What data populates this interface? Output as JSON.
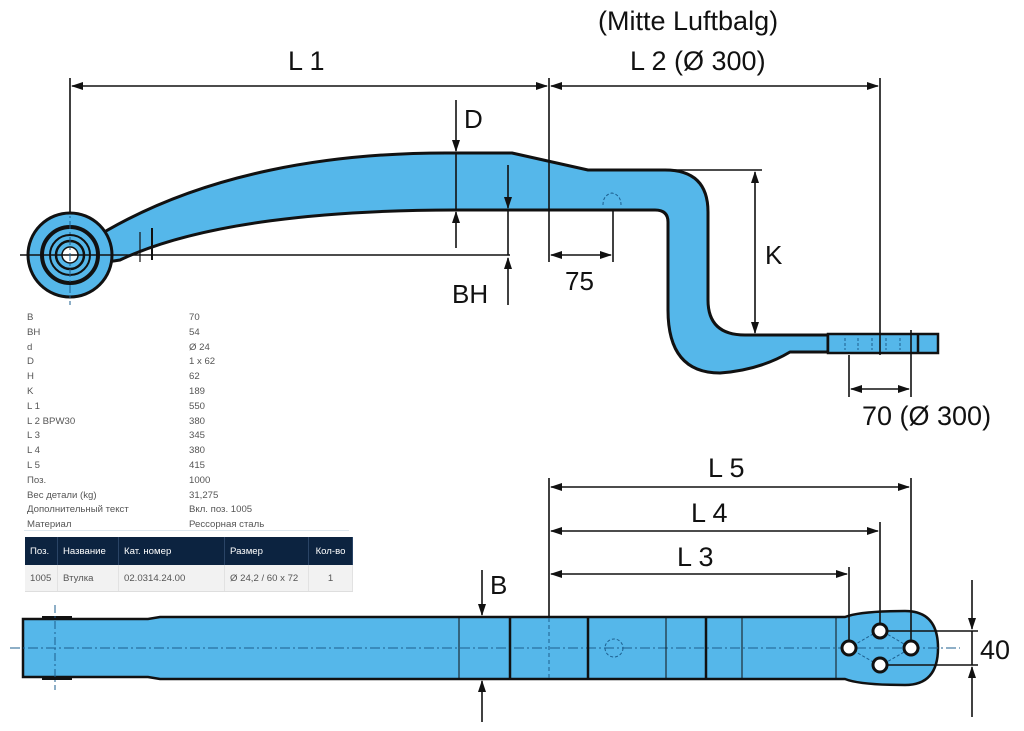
{
  "drawing": {
    "labels": {
      "l1": "L 1",
      "mitte": "(Mitte Luftbalg)",
      "l2": "L 2 (Ø 300)",
      "d": "D",
      "bh": "BH",
      "k": "K",
      "d75": "75",
      "d70": "70 (Ø 300)",
      "l5": "L 5",
      "l4": "L 4",
      "l3": "L 3",
      "b": "B",
      "d40": "40"
    },
    "colors": {
      "part_fill": "#55b7ea",
      "outline": "#111111",
      "center_line": "#1d5f8f"
    }
  },
  "specs": [
    {
      "key": "B",
      "value": "70"
    },
    {
      "key": "BH",
      "value": "54"
    },
    {
      "key": "d",
      "value": "Ø 24"
    },
    {
      "key": "D",
      "value": "1 x 62"
    },
    {
      "key": "H",
      "value": "62"
    },
    {
      "key": "K",
      "value": "189"
    },
    {
      "key": "L 1",
      "value": "550"
    },
    {
      "key": "L 2 BPW30",
      "value": "380"
    },
    {
      "key": "L 3",
      "value": "345"
    },
    {
      "key": "L 4",
      "value": "380"
    },
    {
      "key": "L 5",
      "value": "415"
    },
    {
      "key": "Поз.",
      "value": "1000"
    },
    {
      "key": "Вес детали (kg)",
      "value": "31,275"
    },
    {
      "key": "Дополнительный текст",
      "value": "Вкл. поз. 1005"
    },
    {
      "key": "Материал",
      "value": "Рессорная сталь"
    }
  ],
  "parts_table": {
    "headers": [
      "Поз.",
      "Название",
      "Кат. номер",
      "Размер",
      "Кол-во"
    ],
    "rows": [
      [
        "1005",
        "Втулка",
        "02.0314.24.00",
        "Ø 24,2 / 60 x 72",
        "1"
      ]
    ],
    "header_color": "#0c2340"
  }
}
